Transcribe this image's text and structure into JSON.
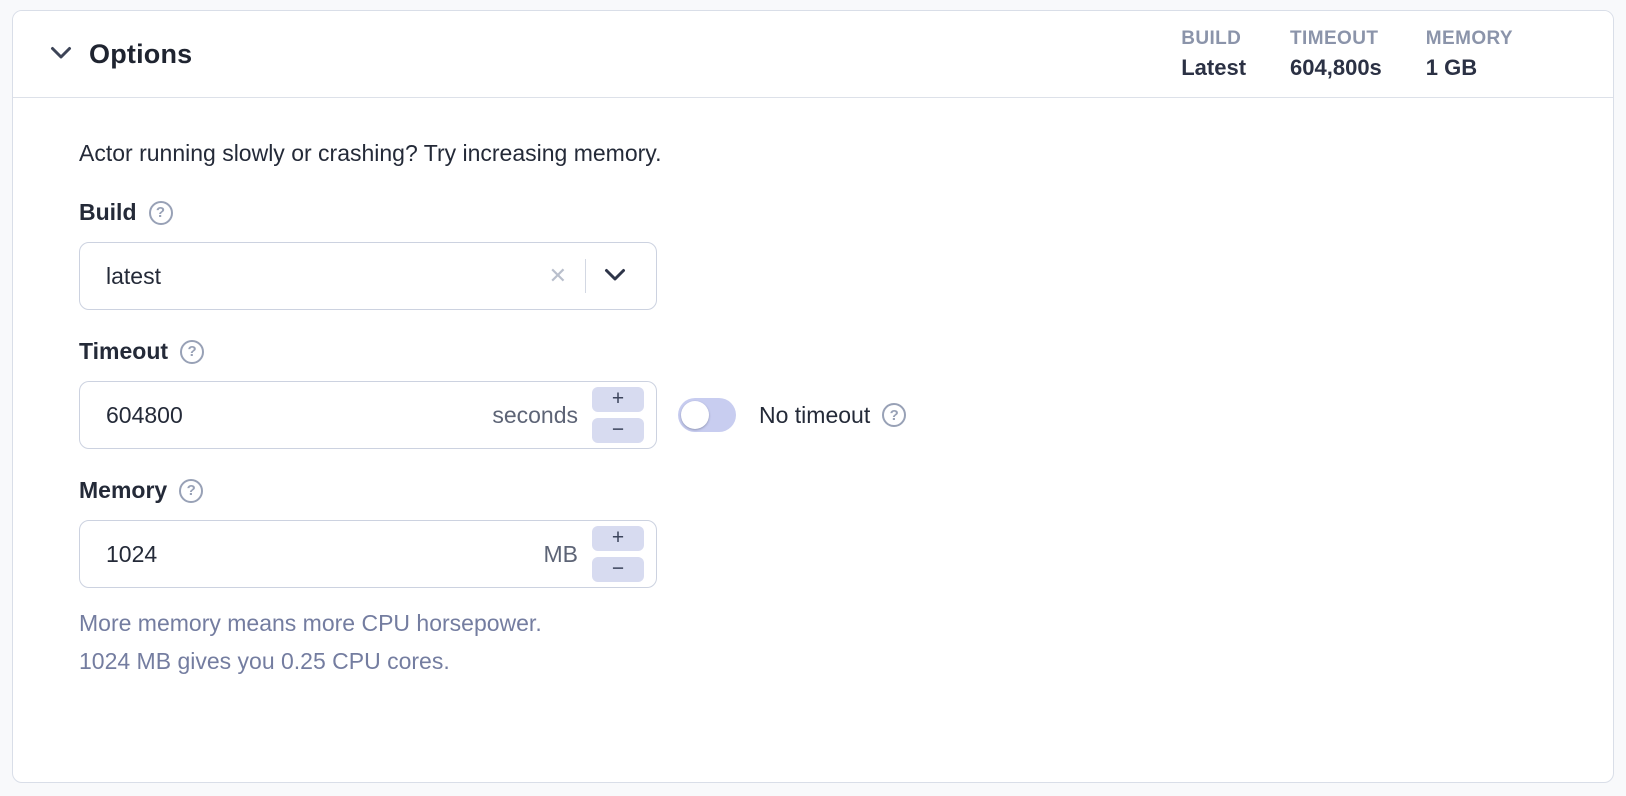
{
  "header": {
    "title": "Options",
    "summary": [
      {
        "label": "BUILD",
        "value": "Latest"
      },
      {
        "label": "TIMEOUT",
        "value": "604,800s"
      },
      {
        "label": "MEMORY",
        "value": "1 GB"
      }
    ]
  },
  "body": {
    "hint": "Actor running slowly or crashing? Try increasing memory.",
    "build": {
      "label": "Build",
      "value": "latest"
    },
    "timeout": {
      "label": "Timeout",
      "value": "604800",
      "unit": "seconds",
      "no_timeout_label": "No timeout"
    },
    "memory": {
      "label": "Memory",
      "value": "1024",
      "unit": "MB",
      "help_line1": "More memory means more CPU horsepower.",
      "help_line2": "1024 MB gives you 0.25 CPU cores."
    }
  },
  "icons": {
    "help": "?",
    "clear": "✕",
    "plus": "+",
    "minus": "−"
  },
  "colors": {
    "stepper_bg": "#d7dbf0",
    "toggle_track": "#c8cdf0",
    "summary_label": "#8b94aa",
    "text_dark": "#242a38",
    "muted_help_text": "#747da0",
    "panel_border": "#d9dee8"
  }
}
